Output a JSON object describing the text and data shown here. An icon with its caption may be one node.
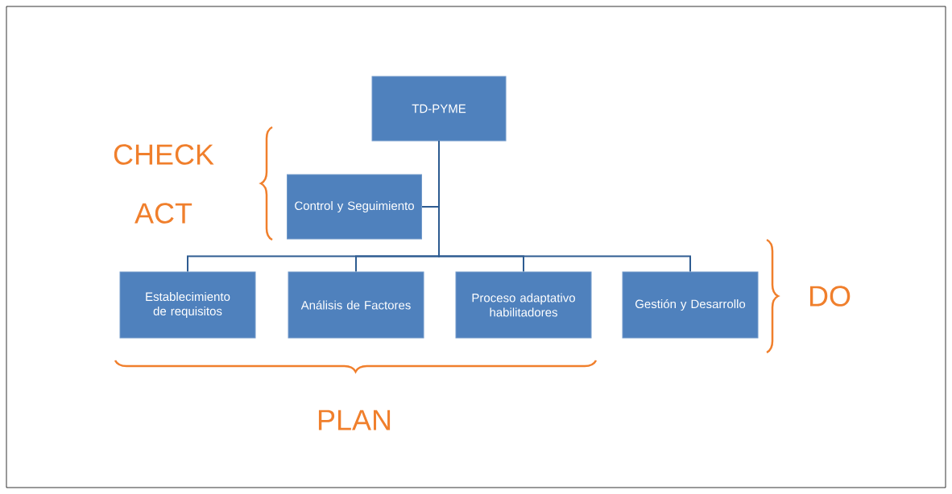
{
  "diagram": {
    "nodes": [
      {
        "text": [
          "TD-PYME"
        ]
      },
      {
        "text": [
          "Control y Seguimiento"
        ]
      },
      {
        "text": [
          "Establecimiento de requisitos"
        ]
      },
      {
        "text": [
          "Análisis de Factores"
        ]
      },
      {
        "text": [
          "Proceso adaptativo habilitadores"
        ]
      },
      {
        "text": [
          "Gestión y Desarrollo"
        ]
      }
    ],
    "edges": [
      {
        "from": 0,
        "to": 1,
        "arrow": "none"
      },
      {
        "from": 0,
        "to": 2,
        "arrow": "none"
      },
      {
        "from": 0,
        "to": 3,
        "arrow": "none"
      },
      {
        "from": 0,
        "to": 4,
        "arrow": "none"
      },
      {
        "from": 0,
        "to": 5,
        "arrow": "none"
      }
    ],
    "labels": [
      "CHECK",
      "ACT",
      "DO",
      "PLAN"
    ]
  }
}
